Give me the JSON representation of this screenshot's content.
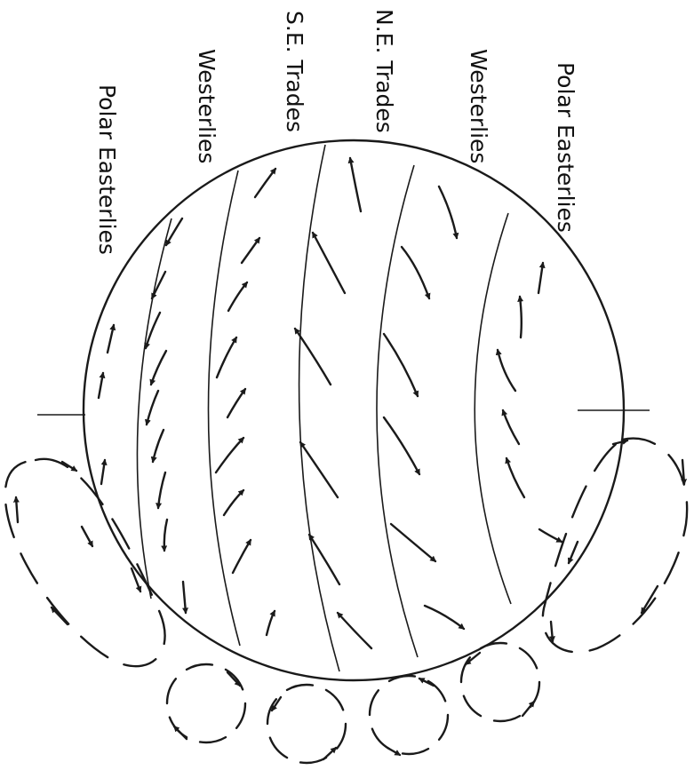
{
  "diagram": {
    "wind_belts": [
      "Polar Easterlies",
      "Westerlies",
      "S.E. Trades",
      "N.E. Trades",
      "Westerlies",
      "Polar Easterlies"
    ]
  },
  "colors": {
    "ink": "#1a1a1a",
    "background": "#ffffff"
  }
}
